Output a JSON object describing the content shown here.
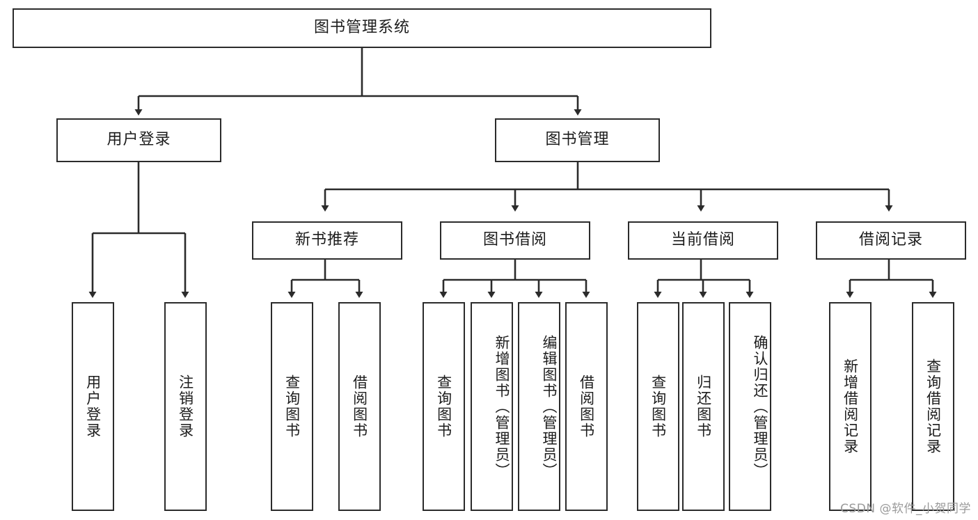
{
  "diagram": {
    "type": "tree",
    "title": "图书管理系统",
    "watermark": "CSDN @软件_小贺同学",
    "colors": {
      "stroke": "#2b2b2b",
      "fill": "#ffffff",
      "text": "#1c1c1c",
      "watermark": "#9a9a9a"
    },
    "nodes": {
      "root": {
        "label": "图书管理系统",
        "level": 0
      },
      "user_login": {
        "label": "用户登录",
        "level": 1
      },
      "book_manage": {
        "label": "图书管理",
        "level": 1
      },
      "new_book_rec": {
        "label": "新书推荐",
        "level": 2
      },
      "book_borrow": {
        "label": "图书借阅",
        "level": 2
      },
      "current_borrow": {
        "label": "当前借阅",
        "level": 2
      },
      "borrow_record": {
        "label": "借阅记录",
        "level": 2
      },
      "leaf_user_login": {
        "label": "用户登录",
        "level": 3
      },
      "leaf_logout": {
        "label": "注销登录",
        "level": 3
      },
      "leaf_query_book_1": {
        "label": "查询图书",
        "level": 3
      },
      "leaf_borrow_book_1": {
        "label": "借阅图书",
        "level": 3
      },
      "leaf_query_book_2": {
        "label": "查询图书",
        "level": 3
      },
      "leaf_add_book": {
        "label": "新增图书（管理员）",
        "level": 3
      },
      "leaf_edit_book": {
        "label": "编辑图书（管理员）",
        "level": 3
      },
      "leaf_borrow_book_2": {
        "label": "借阅图书",
        "level": 3
      },
      "leaf_query_book_3": {
        "label": "查询图书",
        "level": 3
      },
      "leaf_return_book": {
        "label": "归还图书",
        "level": 3
      },
      "leaf_confirm_return": {
        "label": "确认归还（管理员）",
        "level": 3
      },
      "leaf_add_record": {
        "label": "新增借阅记录",
        "level": 3
      },
      "leaf_query_record": {
        "label": "查询借阅记录",
        "level": 3
      }
    },
    "edges": [
      {
        "from": "root",
        "to": "user_login"
      },
      {
        "from": "root",
        "to": "book_manage"
      },
      {
        "from": "user_login",
        "to": "leaf_user_login"
      },
      {
        "from": "user_login",
        "to": "leaf_logout"
      },
      {
        "from": "book_manage",
        "to": "new_book_rec"
      },
      {
        "from": "book_manage",
        "to": "book_borrow"
      },
      {
        "from": "book_manage",
        "to": "current_borrow"
      },
      {
        "from": "book_manage",
        "to": "borrow_record"
      },
      {
        "from": "new_book_rec",
        "to": "leaf_query_book_1"
      },
      {
        "from": "new_book_rec",
        "to": "leaf_borrow_book_1"
      },
      {
        "from": "book_borrow",
        "to": "leaf_query_book_2"
      },
      {
        "from": "book_borrow",
        "to": "leaf_add_book"
      },
      {
        "from": "book_borrow",
        "to": "leaf_edit_book"
      },
      {
        "from": "book_borrow",
        "to": "leaf_borrow_book_2"
      },
      {
        "from": "current_borrow",
        "to": "leaf_query_book_3"
      },
      {
        "from": "current_borrow",
        "to": "leaf_return_book"
      },
      {
        "from": "current_borrow",
        "to": "leaf_confirm_return"
      },
      {
        "from": "borrow_record",
        "to": "leaf_add_record"
      },
      {
        "from": "borrow_record",
        "to": "leaf_query_record"
      }
    ]
  }
}
